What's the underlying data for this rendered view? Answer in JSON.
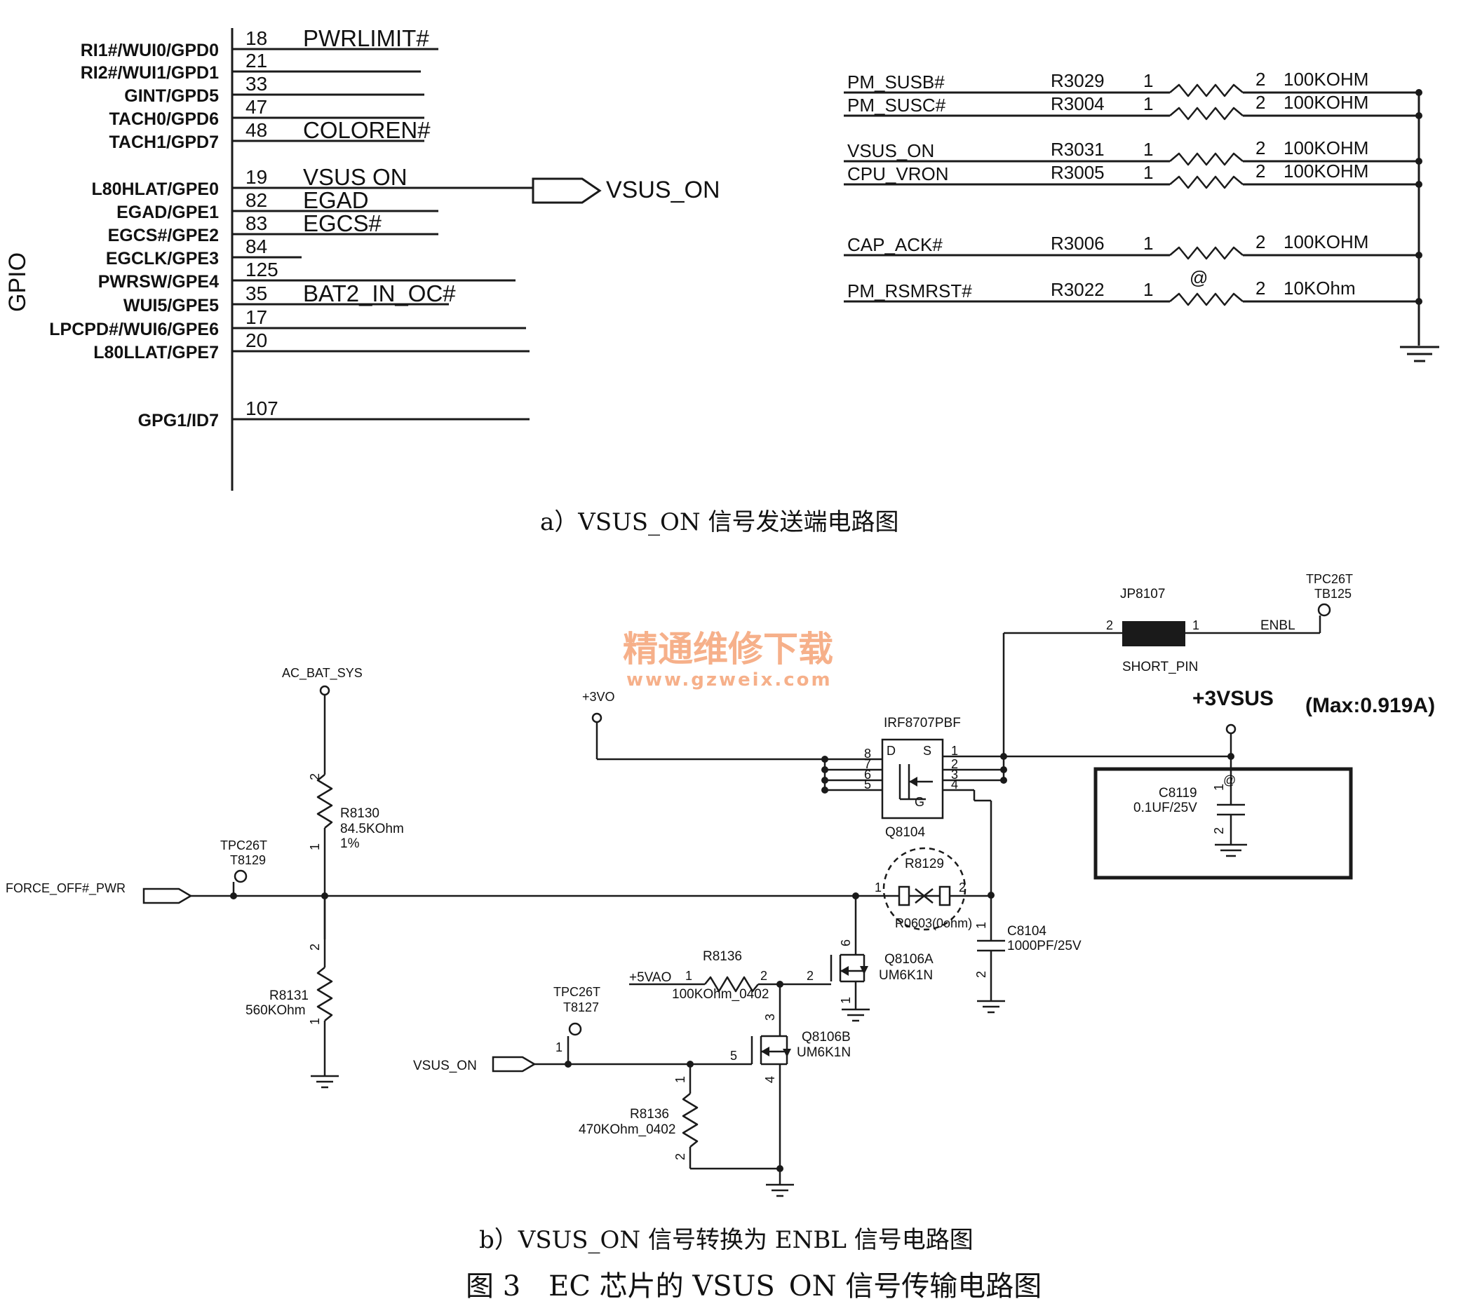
{
  "part_a": {
    "gpio_label": "GPIO",
    "pins": [
      {
        "name": "RI1#/WUI0/GPD0",
        "num": "18",
        "net": "PWRLIMIT#"
      },
      {
        "name": "RI2#/WUI1/GPD1",
        "num": "21",
        "net": ""
      },
      {
        "name": "GINT/GPD5",
        "num": "33",
        "net": ""
      },
      {
        "name": "TACH0/GPD6",
        "num": "47",
        "net": ""
      },
      {
        "name": "TACH1/GPD7",
        "num": "48",
        "net": "COLOREN#"
      },
      {
        "name": "L80HLAT/GPE0",
        "num": "19",
        "net": "VSUS ON"
      },
      {
        "name": "EGAD/GPE1",
        "num": "82",
        "net": "EGAD"
      },
      {
        "name": "EGCS#/GPE2",
        "num": "83",
        "net": "EGCS#"
      },
      {
        "name": "EGCLK/GPE3",
        "num": "84",
        "net": ""
      },
      {
        "name": "PWRSW/GPE4",
        "num": "125",
        "net": ""
      },
      {
        "name": "WUI5/GPE5",
        "num": "35",
        "net": "BAT2_IN_OC#"
      },
      {
        "name": "LPCPD#/WUI6/GPE6",
        "num": "17",
        "net": ""
      },
      {
        "name": "L80LLAT/GPE7",
        "num": "20",
        "net": ""
      },
      {
        "name": "GPG1/ID7",
        "num": "107",
        "net": ""
      }
    ],
    "offpage_net": "VSUS_ON",
    "pullups": [
      {
        "net": "PM_SUSB#",
        "ref": "R3029",
        "pin1": "1",
        "pin2": "2",
        "value": "100KOHM"
      },
      {
        "net": "PM_SUSC#",
        "ref": "R3004",
        "pin1": "1",
        "pin2": "2",
        "value": "100KOHM"
      },
      {
        "net": "VSUS_ON",
        "ref": "R3031",
        "pin1": "1",
        "pin2": "2",
        "value": "100KOHM"
      },
      {
        "net": "CPU_VRON",
        "ref": "R3005",
        "pin1": "1",
        "pin2": "2",
        "value": "100KOHM"
      },
      {
        "net": "CAP_ACK#",
        "ref": "R3006",
        "pin1": "1",
        "pin2": "2",
        "value": "100KOHM"
      },
      {
        "net": "PM_RSMRST#",
        "ref": "R3022",
        "pin1": "1",
        "pin2": "2",
        "value": "10KOhm"
      }
    ],
    "at_mark": "@",
    "caption": "a）VSUS_ON 信号发送端电路图"
  },
  "part_b": {
    "jp": {
      "ref": "JP8107",
      "pin2": "2",
      "pin1": "1",
      "label": "SHORT_PIN"
    },
    "enbl": "ENBL",
    "tp_tb125": {
      "l1": "TPC26T",
      "l2": "TB125"
    },
    "watermark": {
      "cn": "精通维修下载",
      "url": "www.gzweix.com"
    },
    "p3vo": "+3VO",
    "p3vsus": "+3VSUS",
    "max_current": "(Max:0.919A)",
    "mosfet": {
      "part": "IRF8707PBF",
      "ref": "Q8104",
      "d": "D",
      "s": "S",
      "g": "G",
      "pins_left": [
        "8",
        "7",
        "6",
        "5"
      ],
      "pins_right": [
        "1",
        "2",
        "3",
        "4"
      ]
    },
    "c8119": {
      "mark": "@",
      "ref": "C8119",
      "value": "0.1UF/25V",
      "p1": "1",
      "p2": "2"
    },
    "ac_bat_sys": "AC_BAT_SYS",
    "r8130": {
      "ref": "R8130",
      "value": "84.5KOhm",
      "tol": "1%",
      "p2": "2",
      "p1": "1"
    },
    "tp_t8129": {
      "l1": "TPC26T",
      "l2": "T8129"
    },
    "force_off": "FORCE_OFF#_PWR",
    "r8131": {
      "ref": "R8131",
      "value": "560KOhm",
      "p2": "2",
      "p1": "1"
    },
    "r8129": {
      "ref": "R8129",
      "value": "R0603(0ohm)",
      "p1": "1",
      "p2": "2"
    },
    "c8104": {
      "ref": "C8104",
      "value": "1000PF/25V",
      "p1": "1",
      "p2": "2"
    },
    "q8106a": {
      "ref": "Q8106A",
      "part": "UM6K1N",
      "p6": "6",
      "p2": "2",
      "p1": "1"
    },
    "p5vao": "+5VAO",
    "r8136a": {
      "ref": "R8136",
      "value": "100KOhm_0402",
      "p1": "1",
      "p2": "2"
    },
    "tp_t8127": {
      "l1": "TPC26T",
      "l2": "T8127"
    },
    "vsus_on_in": "VSUS_ON",
    "vsus_pin1": "1",
    "q8106b": {
      "ref": "Q8106B",
      "part": "UM6K1N",
      "p3": "3",
      "p5": "5",
      "p4": "4"
    },
    "r8136b": {
      "ref": "R8136",
      "value": "470KOhm_0402",
      "p1": "1",
      "p2": "2"
    },
    "caption": "b）VSUS_ON 信号转换为 ENBL 信号电路图"
  },
  "figure_caption": "图 3　EC 芯片的 VSUS_ON 信号传输电路图"
}
